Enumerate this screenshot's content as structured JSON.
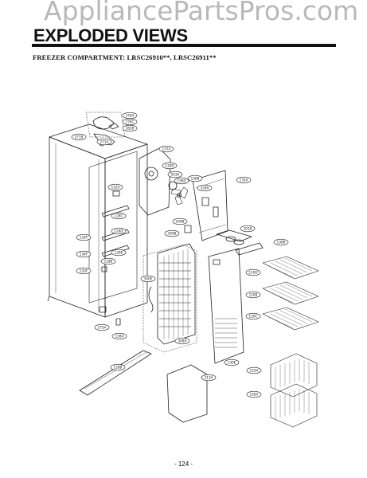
{
  "watermark": "AppliancePartsPros.com",
  "header": {
    "title": "EXPLODED VIEWS",
    "subtitle": "FREEZER COMPARTMENT: LRSC26910**, LRSC26911**"
  },
  "callouts": [
    {
      "id": "c-276a",
      "label": "276A"
    },
    {
      "id": "c-276c",
      "label": "276C"
    },
    {
      "id": "c-282b",
      "label": "282B"
    },
    {
      "id": "c-271b",
      "label": "271B"
    },
    {
      "id": "c-271a",
      "label": "271A"
    },
    {
      "id": "c-137a",
      "label": "137A"
    },
    {
      "id": "c-130d",
      "label": "130D"
    },
    {
      "id": "c-503a",
      "label": "503A"
    },
    {
      "id": "c-136b",
      "label": "136B"
    },
    {
      "id": "c-136d",
      "label": "136D"
    },
    {
      "id": "c-329a",
      "label": "329A"
    },
    {
      "id": "c-135a",
      "label": "135A"
    },
    {
      "id": "c-132a",
      "label": "132A"
    },
    {
      "id": "c-128c",
      "label": "128C"
    },
    {
      "id": "c-128d",
      "label": "128D"
    },
    {
      "id": "c-128e",
      "label": "128E"
    },
    {
      "id": "c-134f",
      "label": "134F"
    },
    {
      "id": "c-134f2",
      "label": "134F"
    },
    {
      "id": "c-118b",
      "label": "118B"
    },
    {
      "id": "c-120f",
      "label": "120F"
    },
    {
      "id": "c-249b",
      "label": "249B"
    },
    {
      "id": "c-300b",
      "label": "300B"
    },
    {
      "id": "c-301b",
      "label": "301B"
    },
    {
      "id": "c-130b",
      "label": "130B"
    },
    {
      "id": "c-300e",
      "label": "300E"
    },
    {
      "id": "c-308a",
      "label": "308A"
    },
    {
      "id": "c-120d",
      "label": "120D"
    },
    {
      "id": "c-120b",
      "label": "120B"
    },
    {
      "id": "c-120c",
      "label": "120C"
    },
    {
      "id": "c-275a",
      "label": "275A"
    },
    {
      "id": "c-128a",
      "label": "128A"
    },
    {
      "id": "c-130e",
      "label": "130E"
    },
    {
      "id": "c-128b",
      "label": "128B"
    },
    {
      "id": "c-313a",
      "label": "313A"
    },
    {
      "id": "c-125a",
      "label": "125A"
    },
    {
      "id": "c-126a",
      "label": "126A"
    }
  ],
  "footer": {
    "page_number": "- 124 -"
  }
}
